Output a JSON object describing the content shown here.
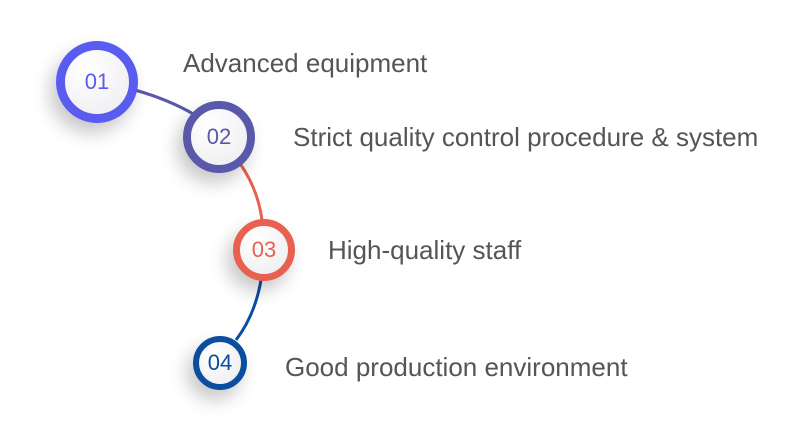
{
  "steps": [
    {
      "number": "01",
      "label": "Advanced equipment",
      "color": "#5a5cf0"
    },
    {
      "number": "02",
      "label": "Strict quality control procedure & system",
      "color": "#5a58a8"
    },
    {
      "number": "03",
      "label": "High-quality staff",
      "color": "#e8604f"
    },
    {
      "number": "04",
      "label": "Good production environment",
      "color": "#0a4ea0"
    }
  ]
}
